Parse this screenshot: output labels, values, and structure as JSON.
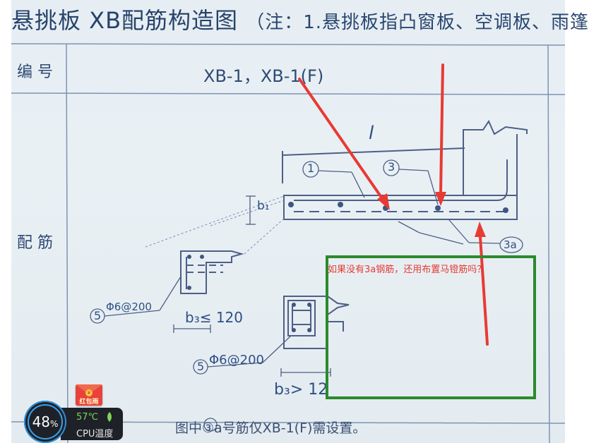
{
  "photo": {
    "title": "悬挑板 XB配筋构造图",
    "title_note": "（注：1.悬挑板指凸窗板、空调板、雨篷",
    "row_label_number": "编 号",
    "row_label_rebar": "配 筋",
    "number_value": "XB-1，XB-1(F)",
    "dim_l": "l",
    "dim_b1": "b₁",
    "bar_1": "1",
    "bar_3": "3",
    "bar_3a": "3a",
    "bar_5a": "5",
    "bar_5b": "5",
    "spacing_a": "Φ6@200",
    "spacing_b": "Φ6@200",
    "cond_le": "b₃≤ 120",
    "cond_gt": "b₃> 12",
    "footnote": "图中③a号筋仅XB-1(F)需设置。"
  },
  "annotation": {
    "question": "如果没有3a钢筋，还用布置马镫筋吗？",
    "box_color": "#2b8a2c",
    "text_color": "#e53b32",
    "arrow_color": "#e83a34"
  },
  "widget": {
    "usage_value": "48",
    "usage_unit": "%",
    "cpu_temp": "57℃",
    "cpu_label": "CPU温度",
    "red_packet_label": "红包雨",
    "red_packet_coin": "¥"
  }
}
